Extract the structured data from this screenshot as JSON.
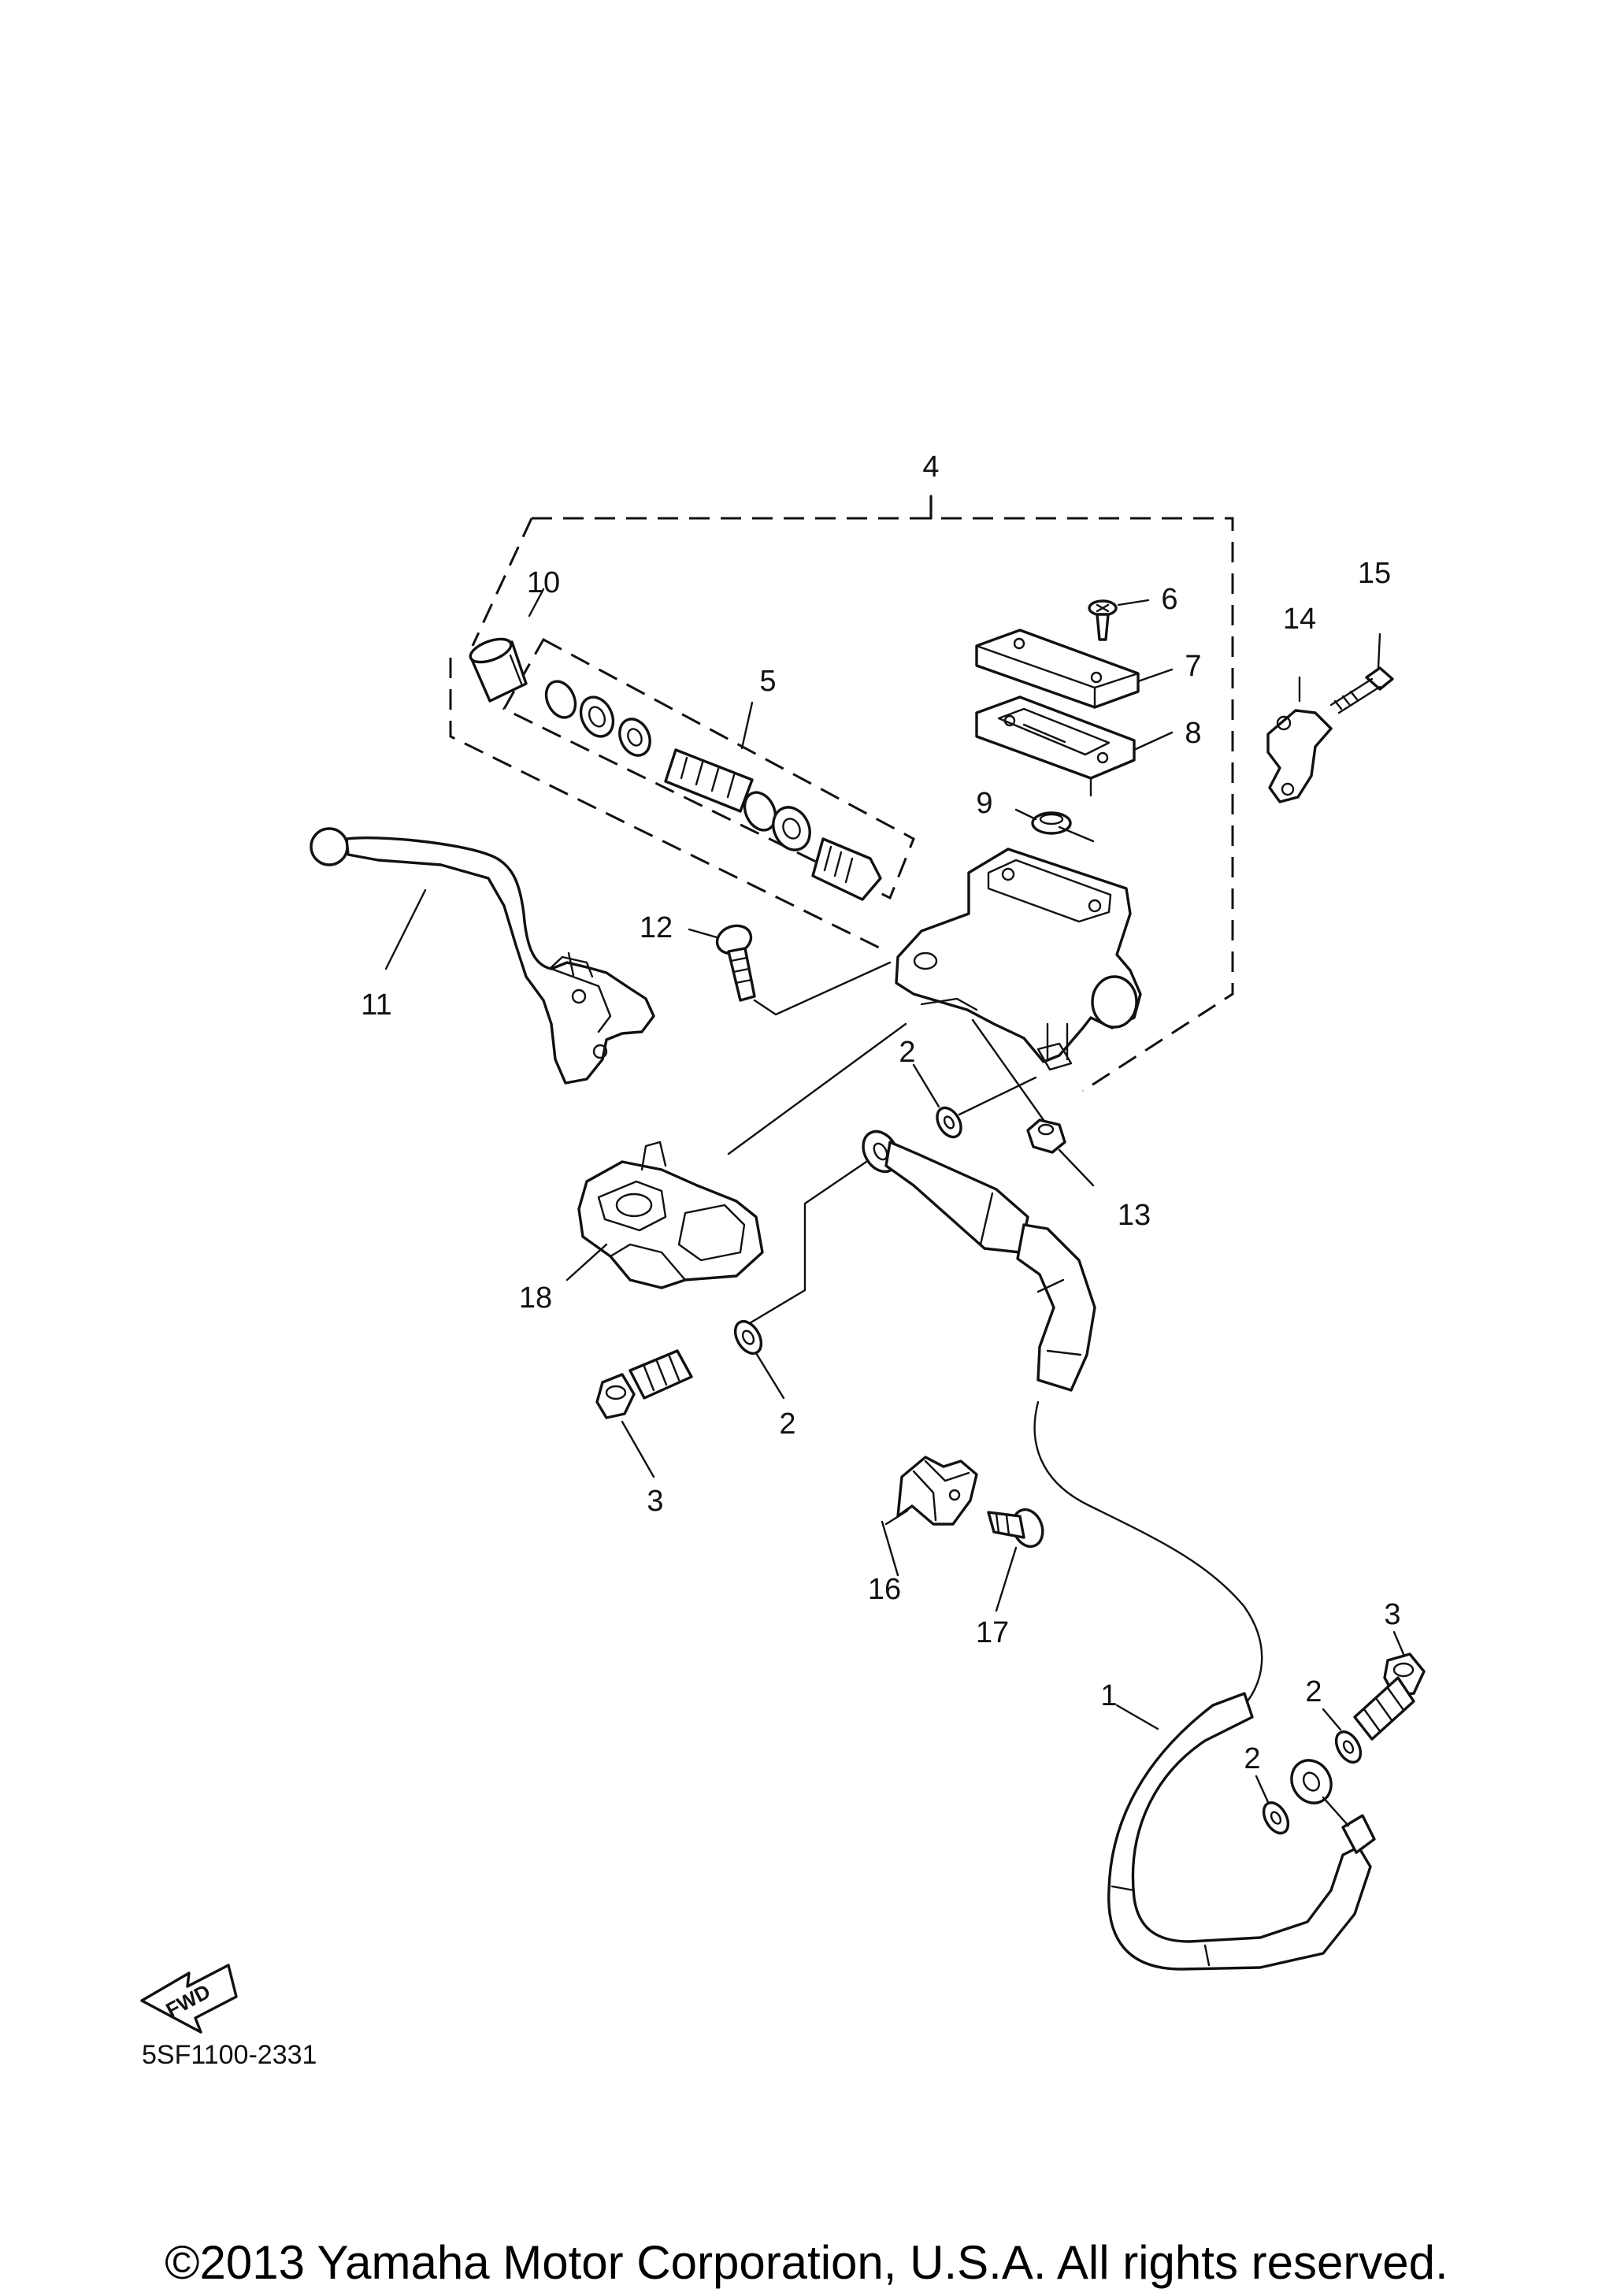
{
  "callouts": [
    {
      "id": "c1",
      "text": "1"
    },
    {
      "id": "c2a",
      "text": "2"
    },
    {
      "id": "c2b",
      "text": "2"
    },
    {
      "id": "c2c",
      "text": "2"
    },
    {
      "id": "c2d",
      "text": "2"
    },
    {
      "id": "c3a",
      "text": "3"
    },
    {
      "id": "c3b",
      "text": "3"
    },
    {
      "id": "c4",
      "text": "4"
    },
    {
      "id": "c5",
      "text": "5"
    },
    {
      "id": "c6",
      "text": "6"
    },
    {
      "id": "c7",
      "text": "7"
    },
    {
      "id": "c8",
      "text": "8"
    },
    {
      "id": "c9",
      "text": "9"
    },
    {
      "id": "c10",
      "text": "10"
    },
    {
      "id": "c11",
      "text": "11"
    },
    {
      "id": "c12",
      "text": "12"
    },
    {
      "id": "c13",
      "text": "13"
    },
    {
      "id": "c14",
      "text": "14"
    },
    {
      "id": "c15",
      "text": "15"
    },
    {
      "id": "c16",
      "text": "16"
    },
    {
      "id": "c17",
      "text": "17"
    },
    {
      "id": "c18",
      "text": "18"
    }
  ],
  "fwd_label": "FWD",
  "diagram_code": "5SF1100-2331",
  "copyright": "©2013 Yamaha Motor Corporation, U.S.A. All rights reserved."
}
